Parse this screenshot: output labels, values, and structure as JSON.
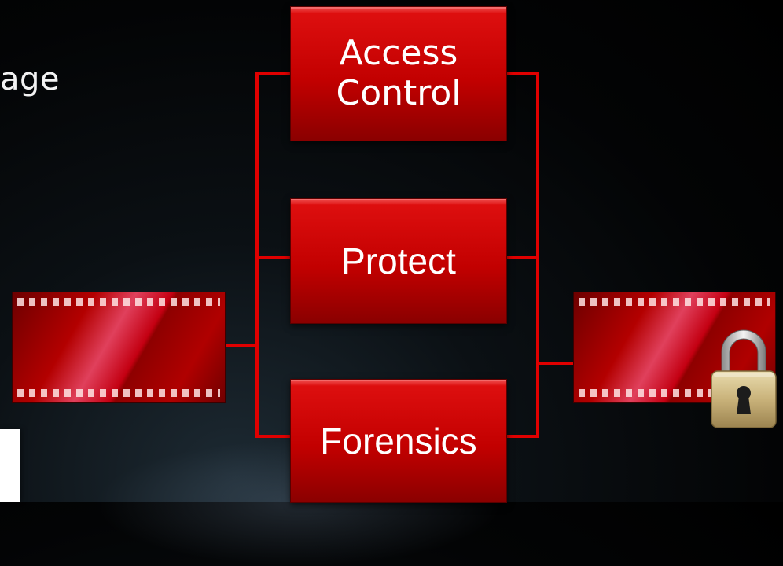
{
  "partial_text": "age",
  "boxes": {
    "access_line1": "Access",
    "access_line2": "Control",
    "protect": "Protect",
    "forensics": "Forensics"
  },
  "colors": {
    "box_red": "#c20000",
    "connector_red": "#e00000",
    "background": "#000000"
  },
  "icons": {
    "source": "film-strip-icon",
    "result": "padlock-icon"
  }
}
